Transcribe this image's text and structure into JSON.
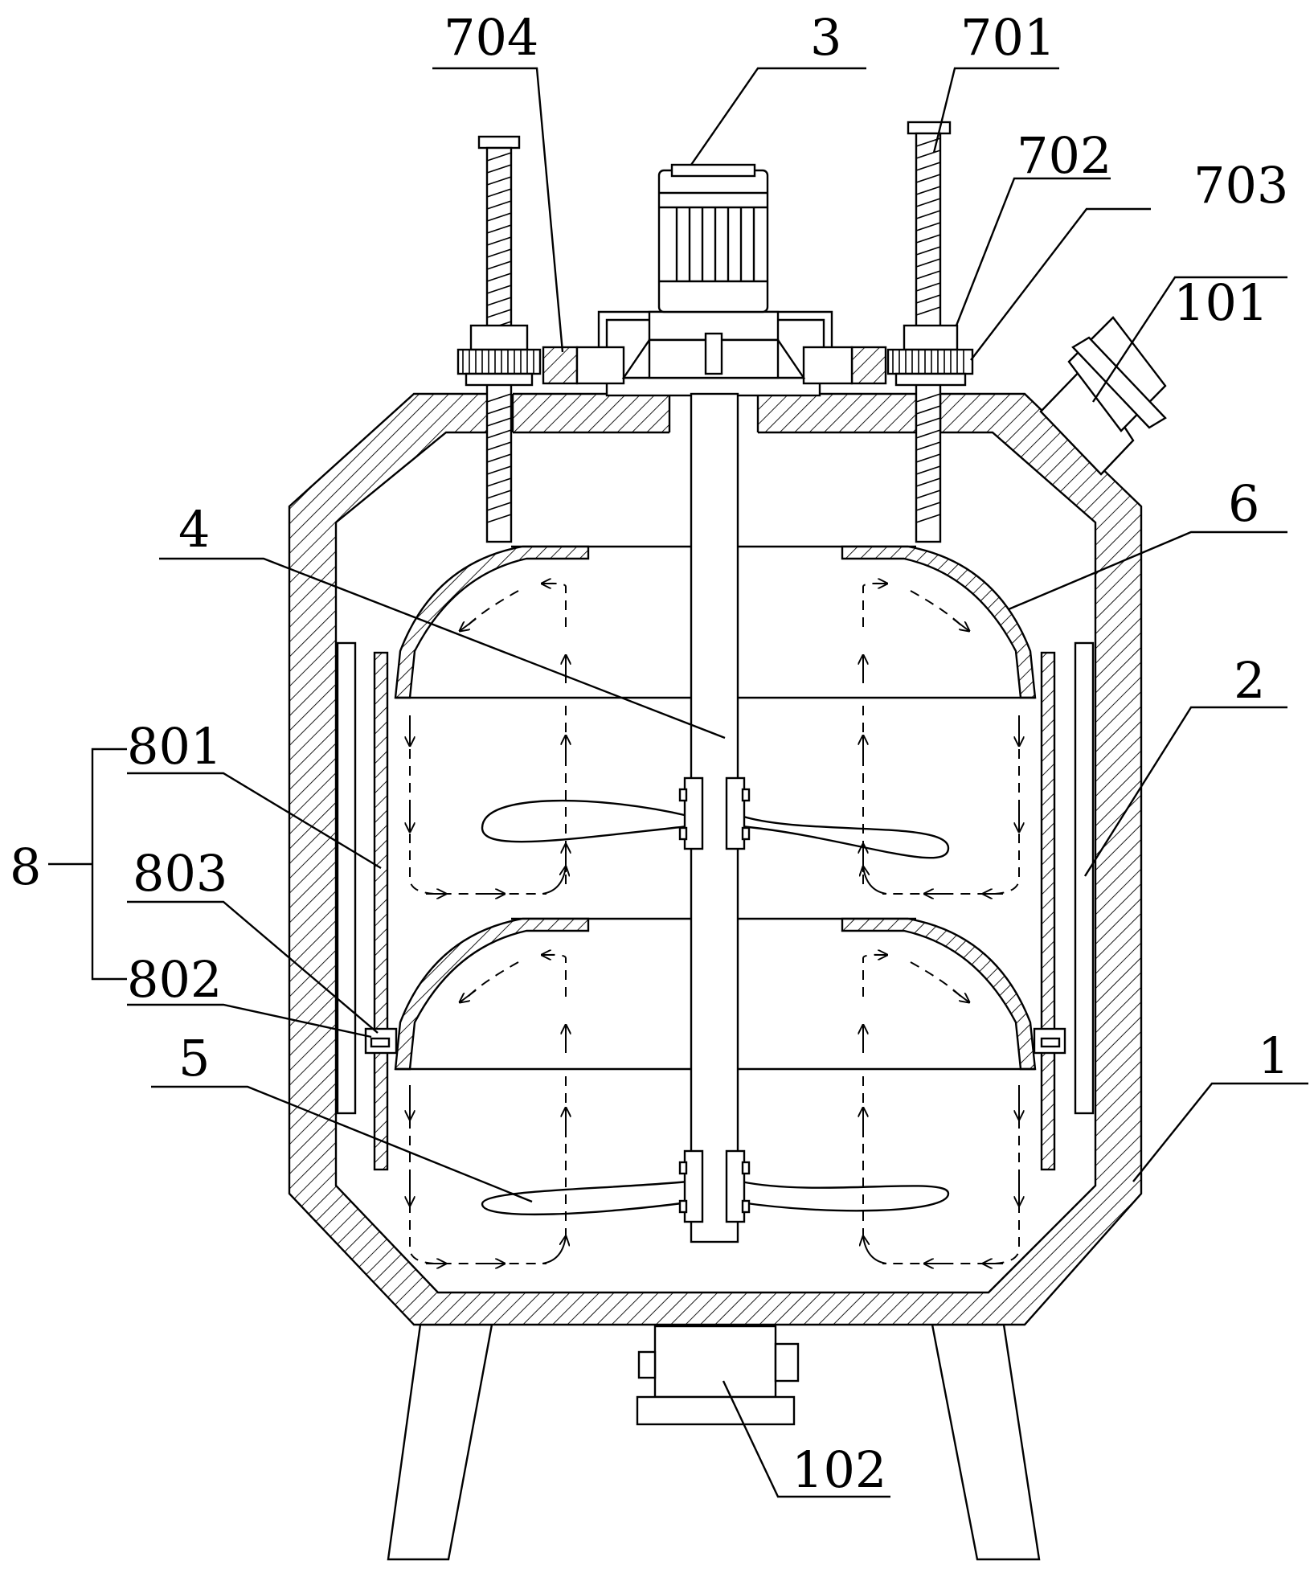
{
  "labels": {
    "l704": "704",
    "l3": "3",
    "l701": "701",
    "l702": "702",
    "l703": "703",
    "l101": "101",
    "l6": "6",
    "l4": "4",
    "l2": "2",
    "l801": "801",
    "l8": "8",
    "l803": "803",
    "l802": "802",
    "l5": "5",
    "l1": "1",
    "l102": "102"
  }
}
